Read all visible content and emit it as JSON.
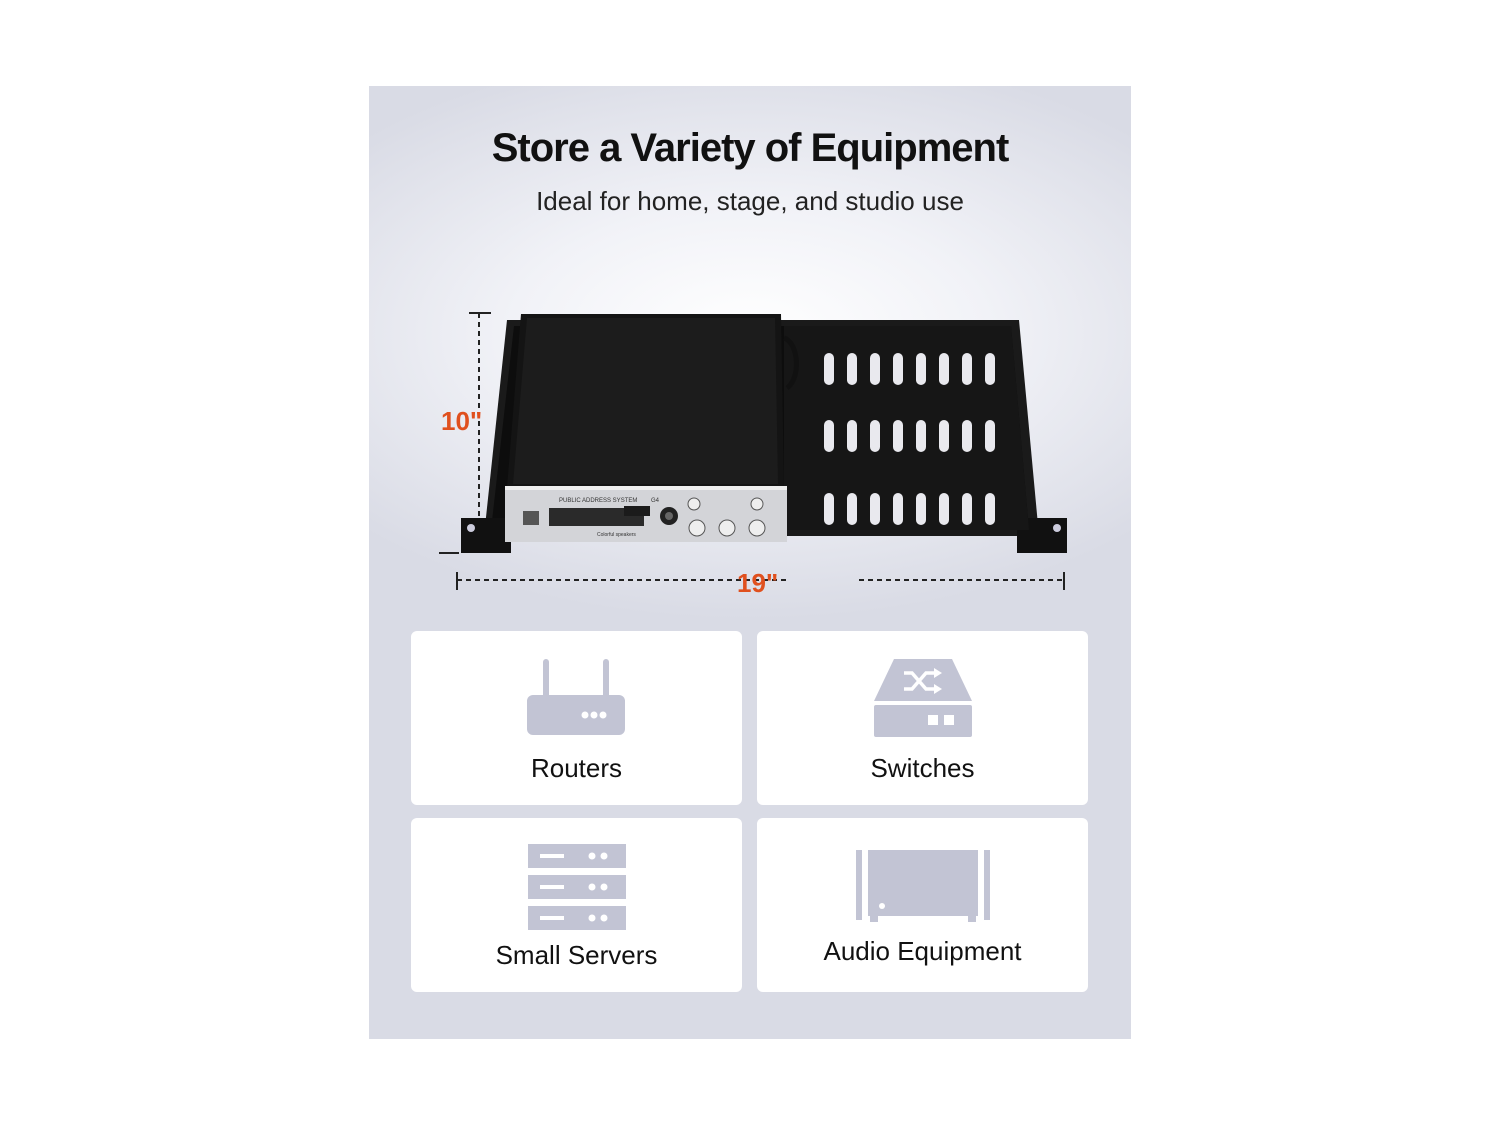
{
  "header": {
    "title": "Store a Variety of Equipment",
    "subtitle": "Ideal for home, stage, and studio use"
  },
  "dimensions": {
    "depth": "10\"",
    "width": "19\""
  },
  "product": {
    "panel_text": "PUBLIC ADDRESS SYSTEM",
    "panel_model": "G4",
    "panel_caption": "Colorful speakers"
  },
  "colors": {
    "accent": "#e0501e",
    "icon_gray": "#c2c4d4",
    "panel_bg": "#dcdee8"
  },
  "cards": [
    {
      "label": "Routers",
      "icon": "router-icon"
    },
    {
      "label": "Switches",
      "icon": "network-switch-icon"
    },
    {
      "label": "Small Servers",
      "icon": "server-rack-icon"
    },
    {
      "label": "Audio Equipment",
      "icon": "audio-device-icon"
    }
  ]
}
